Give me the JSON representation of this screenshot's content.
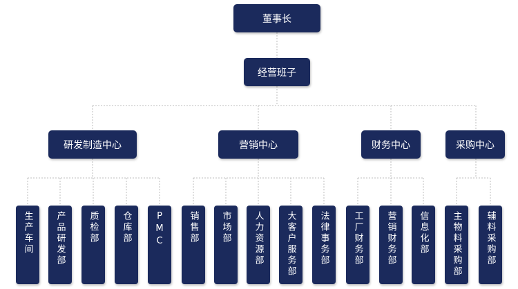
{
  "org_chart": {
    "chairman": "董事长",
    "executive_team": "经营班子",
    "centers": [
      {
        "label": "研发制造中心",
        "departments": [
          "生产车间",
          "产品研发部",
          "质检部",
          "仓库部",
          "PMC"
        ]
      },
      {
        "label": "营销中心",
        "departments": [
          "销售部",
          "市场部",
          "人力资源部",
          "大客户服务部",
          "法律事务部"
        ]
      },
      {
        "label": "财务中心",
        "departments": [
          "工厂财务部",
          "营销财务部",
          "信息化部"
        ]
      },
      {
        "label": "采购中心",
        "departments": [
          "主物料采购部",
          "辅料采购部"
        ]
      }
    ]
  },
  "colors": {
    "box_fill": "#1b2a5c",
    "box_text": "#ffffff",
    "connector": "#bdbdbd"
  }
}
